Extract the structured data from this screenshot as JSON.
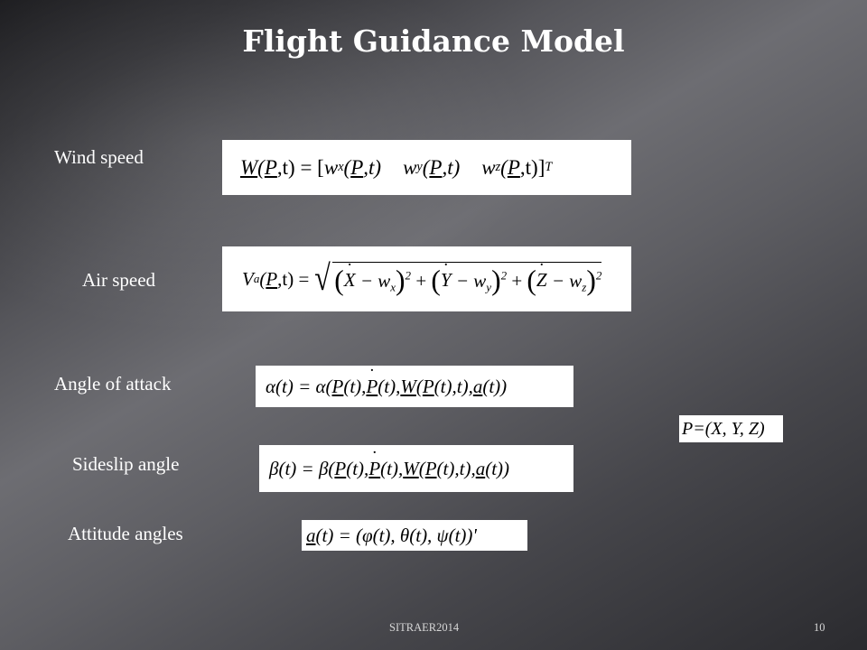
{
  "slide": {
    "title": "Flight Guidance Model",
    "footer_text": "SITRAER2014",
    "page_number": "10"
  },
  "rows": {
    "wind": {
      "label": "Wind speed",
      "eq": {
        "lhs_w": "W",
        "p1": "(",
        "lhs_p": "P",
        "lhs_rest": ",t) = [",
        "wx": "w",
        "wx_sub": "x",
        "wx_open": "(",
        "wx_p": "P",
        "wx_close": ",t)",
        "wy": "w",
        "wy_sub": "y",
        "wy_open": "(",
        "wy_p": "P",
        "wy_close": ",t)",
        "wz": "w",
        "wz_sub": "z",
        "wz_open": "(",
        "wz_p": "P",
        "wz_close": ",t)]",
        "transpose": "T"
      }
    },
    "air": {
      "label": "Air speed",
      "eq": {
        "v": "V",
        "v_sub": "a",
        "p_open": "(",
        "p": "P",
        "p_close": ",t) =",
        "radical": "√",
        "t1_open": "(",
        "t1_var": "X",
        "t1_rest": " − w",
        "t1_sub": "x",
        "t1_close": ")",
        "t1_sq": "2",
        "plus1": " + ",
        "t2_open": "(",
        "t2_var": "Y",
        "t2_rest": " − w",
        "t2_sub": "y",
        "t2_close": ")",
        "t2_sq": "2",
        "plus2": " + ",
        "t3_open": "(",
        "t3_var": "Z",
        "t3_rest": " − w",
        "t3_sub": "z",
        "t3_close": ")",
        "t3_sq": "2"
      }
    },
    "aoa": {
      "label": "Angle of attack",
      "eq": {
        "lhs": "α(t) = α(",
        "p": "P",
        "s1": "(t),",
        "pdot": "P",
        "s2": "(t),",
        "w": "W",
        "s3": "(",
        "p2": "P",
        "s4": "(t),t),",
        "a": "a",
        "s5": "(t))"
      }
    },
    "sideslip": {
      "label": "Sideslip angle",
      "eq": {
        "lhs": "β(t) = β(",
        "p": "P",
        "s1": "(t),",
        "pdot": "P",
        "s2": "(t),",
        "w": "W",
        "s3": "(",
        "p2": "P",
        "s4": "(t),t),",
        "a": "a",
        "s5": "(t))"
      }
    },
    "attitude": {
      "label": "Attitude angles",
      "eq": {
        "a": "a",
        "rest": "(t) = (φ(t), θ(t), ψ(t))'"
      }
    }
  },
  "p_definition": "P=(X, Y, Z)"
}
